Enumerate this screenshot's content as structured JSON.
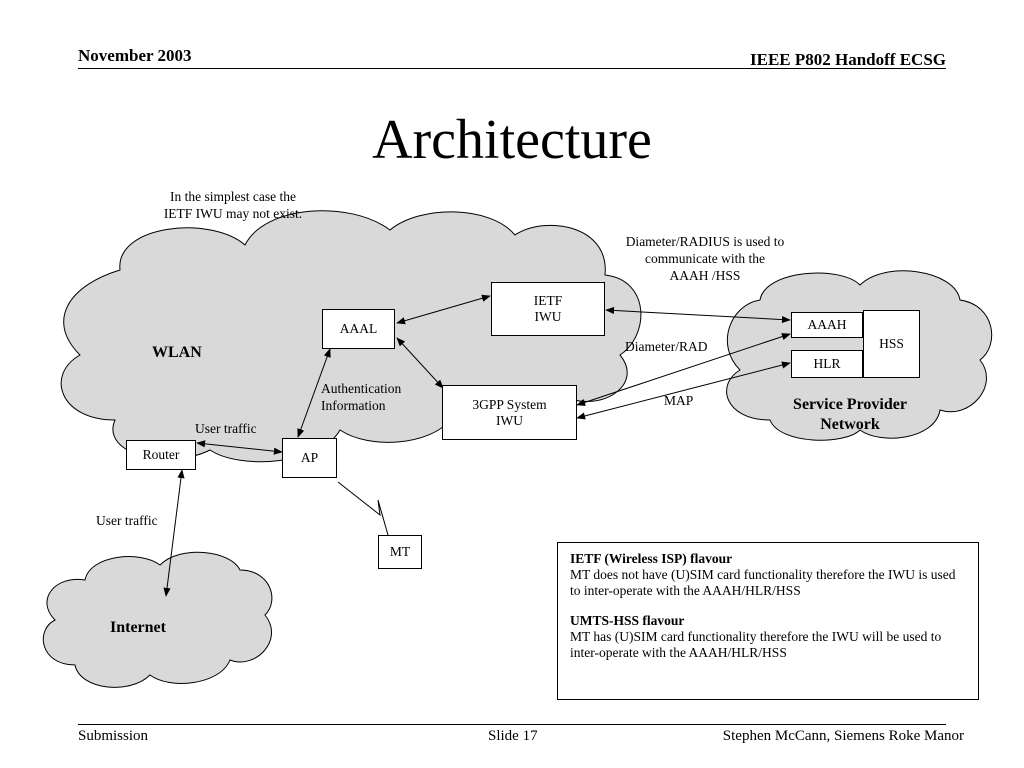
{
  "header": {
    "date": "November 2003",
    "group": "IEEE P802 Handoff ECSG"
  },
  "slide": {
    "title": "Architecture"
  },
  "notes": {
    "iwu_line1": "In the simplest case the",
    "iwu_line2": "IETF IWU may not exist.",
    "diameter_line1": "Diameter/RADIUS is used to",
    "diameter_line2": "communicate with the",
    "diameter_line3": "AAAH /HSS"
  },
  "clouds": {
    "wlan": "WLAN",
    "spn_line1": "Service Provider",
    "spn_line2": "Network",
    "internet": "Internet"
  },
  "nodes": {
    "aaal": "AAAL",
    "ietf_iwu_line1": "IETF",
    "ietf_iwu_line2": "IWU",
    "gpp_line1": "3GPP System",
    "gpp_line2": "IWU",
    "ap": "AP",
    "router": "Router",
    "mt": "MT",
    "aaah": "AAAH",
    "hlr": "HLR",
    "hss": "HSS"
  },
  "edge_labels": {
    "auth_line1": "Authentication",
    "auth_line2": "Information",
    "user_traffic_top": "User traffic",
    "user_traffic_left": "User traffic",
    "diameter_rad": "Diameter/RAD",
    "map": "MAP"
  },
  "info": {
    "ietf_heading": "IETF (Wireless ISP) flavour",
    "ietf_body": "MT does not have (U)SIM card functionality therefore the IWU is used to inter-operate with the AAAH/HLR/HSS",
    "umts_heading": "UMTS-HSS flavour",
    "umts_body": "MT has (U)SIM card functionality therefore the IWU will be used to inter-operate with the AAAH/HLR/HSS"
  },
  "footer": {
    "left": "Submission",
    "center": "Slide 17",
    "right": "Stephen McCann, Siemens Roke Manor"
  },
  "colors": {
    "cloud_fill": "#d9d9d9",
    "line": "#000000",
    "background": "#ffffff"
  }
}
